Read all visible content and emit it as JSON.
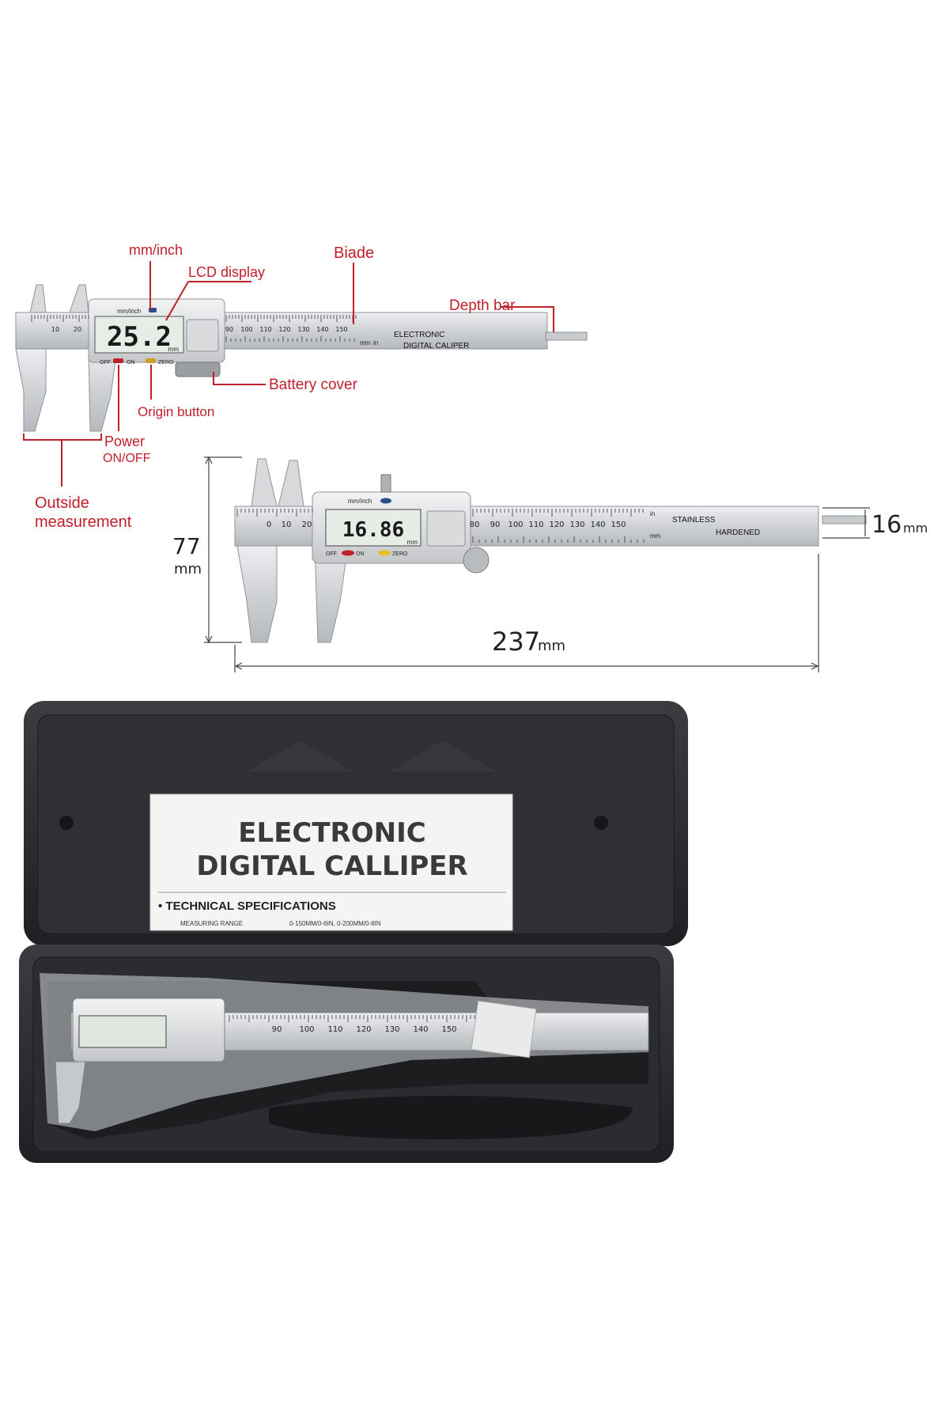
{
  "labeled_diagram": {
    "labels": {
      "mm_inch": "mm/inch",
      "lcd_display": "LCD display",
      "blade": "Biade",
      "depth_bar": "Depth bar",
      "battery_cover": "Battery cover",
      "origin_button": "Origin button",
      "power": "Power",
      "power_sub": "ON/OFF",
      "outside": "Outside",
      "outside_sub": "measurement"
    },
    "device": {
      "lcd_reading": "25.2",
      "lcd_unit": "mm",
      "unit_button": "mm/inch",
      "off": "OFF",
      "on": "ON",
      "zero": "ZERO",
      "title_line1": "ELECTRONIC",
      "title_line2": "DIGITAL CALIPER",
      "unit_mm": "mm",
      "unit_in": "in",
      "scale_numbers": [
        "10",
        "20",
        "90",
        "100",
        "110",
        "120",
        "130",
        "140",
        "150"
      ]
    }
  },
  "dimension_diagram": {
    "height_value": "77",
    "height_unit": "mm",
    "length_value": "237",
    "length_unit": "mm",
    "depth_value": "16",
    "depth_unit": "mm",
    "device": {
      "lcd_reading": "16.86",
      "lcd_unit": "mm",
      "unit_button": "mm/inch",
      "off": "OFF",
      "on": "ON",
      "zero": "ZERO",
      "label_line1": "STAINLESS",
      "label_line2": "HARDENED",
      "unit_in": "in",
      "unit_mm": "mm",
      "scale_numbers": [
        "0",
        "10",
        "20",
        "80",
        "90",
        "100",
        "110",
        "120",
        "130",
        "140",
        "150"
      ]
    }
  },
  "case_photo": {
    "card_title_line1": "ELECTRONIC",
    "card_title_line2": "DIGITAL CALLIPER",
    "card_section": "• TECHNICAL SPECIFICATIONS",
    "card_spec_label": "MEASURING RANGE",
    "card_spec_value": "0-150MM/0-6IN, 0-200MM/0-8IN",
    "scale_numbers": [
      "90",
      "100",
      "110",
      "120",
      "130",
      "140",
      "150"
    ]
  },
  "colors": {
    "callout_red": "#c0202a",
    "case_black": "#2b2d30",
    "steel": "#d4d6d8",
    "lcd_bg": "#e6ece6"
  }
}
